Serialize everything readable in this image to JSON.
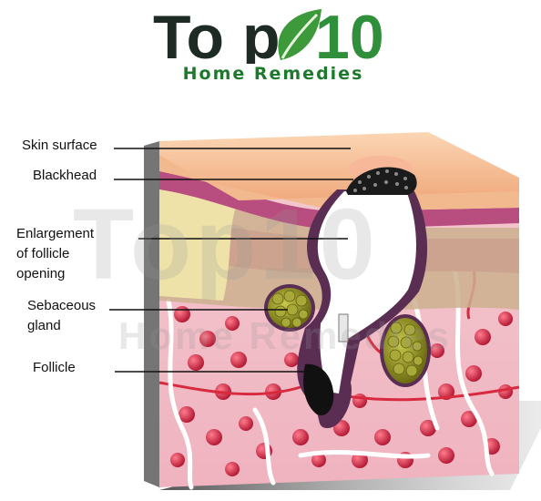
{
  "logo": {
    "top_text_1": "To",
    "top_text_2": "p",
    "top_text_3": "10",
    "subtitle": "Home Remedies"
  },
  "watermark": {
    "main": "Top10",
    "sub": "Home Remedies"
  },
  "labels": {
    "skin_surface": "Skin surface",
    "blackhead": "Blackhead",
    "enlargement_1": "Enlargement",
    "enlargement_2": "of follicle",
    "enlargement_3": "opening",
    "sebaceous_1": "Sebaceous",
    "sebaceous_2": "gland",
    "follicle": "Follicle"
  },
  "colors": {
    "logo_dark": "#1e2a24",
    "logo_green": "#2f8f3a",
    "skin_top": "#f6c39a",
    "dermis_pink": "#c95a86",
    "blood_red": "#d0203a",
    "gland_olive": "#9a9a30"
  }
}
